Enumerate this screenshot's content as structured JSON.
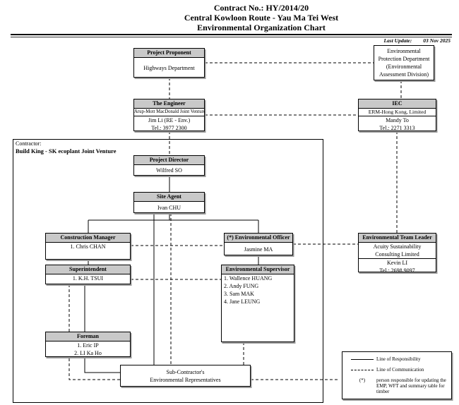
{
  "title": {
    "line1": "Contract No.: HY/2014/20",
    "line2": "Central Kowloon Route - Yau Ma Tei West",
    "line3": "Environmental Organization Chart"
  },
  "last_update": {
    "label": "Last Update:",
    "date": "03 Nov 2025"
  },
  "contractor_label": {
    "prefix": "Contractor:",
    "name": "Build King - SK ecoplant Joint Venture"
  },
  "boxes": {
    "project_proponent": {
      "header": "Project Proponent",
      "lines": [
        "Highways Department"
      ]
    },
    "epd": {
      "lines": [
        "Environmental",
        "Protection Department",
        "(Environmental",
        "Assessment Division)"
      ]
    },
    "engineer": {
      "header": "The Engineer",
      "subheader": "Arup-Mott MacDonald Joint Venture",
      "lines": [
        "Jim Li (RE - Env.)",
        "Tel.: 3977 2300"
      ]
    },
    "iec": {
      "header": "IEC",
      "subheader": "ERM-Hong Kong, Limited",
      "lines": [
        "Mandy To",
        "Tel.: 2271 3313"
      ]
    },
    "project_director": {
      "header": "Project Director",
      "lines": [
        "Wilfred SO"
      ]
    },
    "site_agent": {
      "header": "Site Agent",
      "lines": [
        "Ivan CHU"
      ]
    },
    "construction_manager": {
      "header": "Construction Manager",
      "lines": [
        "1. Chris CHAN"
      ]
    },
    "environmental_officer": {
      "header": "(*) Environmental Officer",
      "lines": [
        "Jasmine MA"
      ]
    },
    "environmental_team_leader": {
      "header": "Environmental Team Leader",
      "org_lines": [
        "Acuity Sustainability",
        "Consulting Limited"
      ],
      "lines": [
        "Kevin LI",
        "Tel.: 2698 9097"
      ]
    },
    "superintendent": {
      "header": "Superintendent",
      "lines": [
        "1. K.H. TSUI"
      ]
    },
    "environmental_supervisor": {
      "header": "Environmental Supervisor",
      "lines": [
        "1. Wallence HUANG",
        "2. Andy FUNG",
        "3. Sam MAK",
        "4. Jane LEUNG"
      ]
    },
    "foreman": {
      "header": "Foreman",
      "lines": [
        "1. Eric IP",
        "2. LI Ka Ho"
      ]
    },
    "sub_contractor": {
      "lines": [
        "Sub-Contractor's",
        "Environmental Representatives"
      ]
    }
  },
  "legend": {
    "responsibility": "Line of Responsibility",
    "communication": "Line of Communication",
    "asterisk": "(*)",
    "asterisk_note": "person responsible for updating the EMP, WFT and summary table for timber"
  },
  "colors": {
    "header_bg": "#c9c9c9",
    "line": "#000000"
  }
}
